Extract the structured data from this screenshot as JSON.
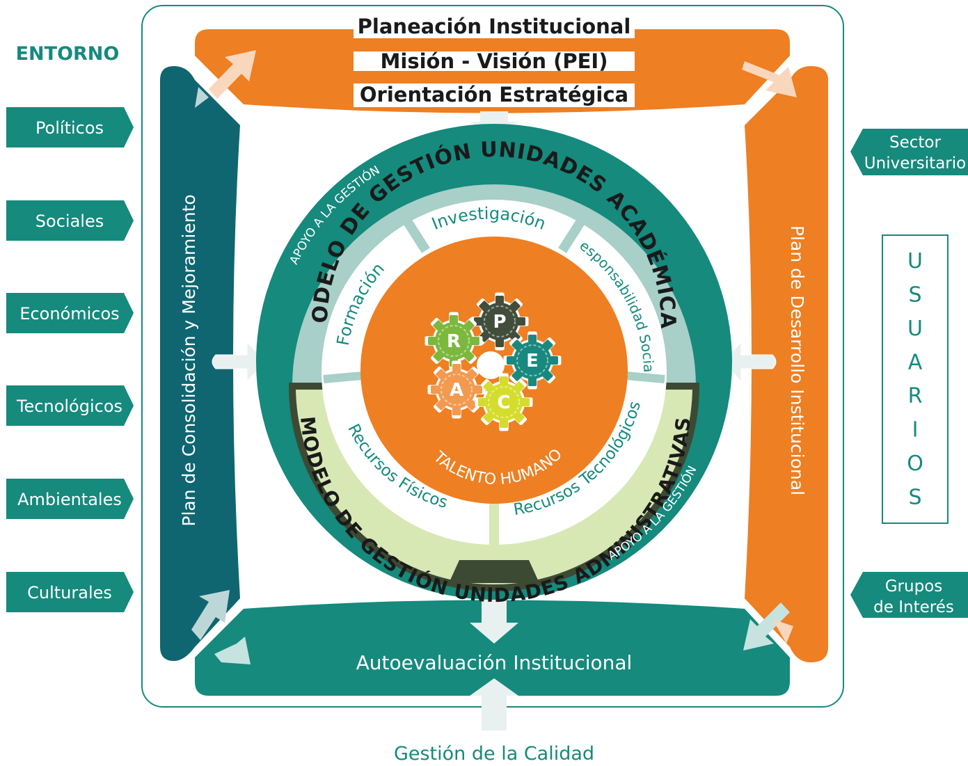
{
  "colors": {
    "teal": "#158a7d",
    "dark_teal": "#0f6670",
    "orange": "#ee7f22",
    "pale_teal": "#a8cfc8",
    "pale_green": "#d7e8b5",
    "dark_olive": "#3d4a33",
    "gear_dark": "#424e3c",
    "gear_green": "#7cb83e",
    "gear_teal": "#19897f",
    "gear_orange": "#f29a50",
    "gear_yellow": "#d4dd2d",
    "white": "#ffffff"
  },
  "entorno": {
    "title": "ENTORNO",
    "items": [
      "Políticos",
      "Sociales",
      "Económicos",
      "Tecnológicos",
      "Ambientales",
      "Culturales"
    ]
  },
  "top": {
    "line1": "Planeación Institucional",
    "line2": "Misión - Visión (PEI)",
    "line3": "Orientación Estratégica"
  },
  "left_bar": {
    "label": "Plan de Consolidación y Mejoramiento"
  },
  "right_bar": {
    "label": "Plan de Desarrollo Institucional"
  },
  "bottom_bar": {
    "label": "Autoevaluación Institucional"
  },
  "footer": {
    "label": "Gestión de la Calidad"
  },
  "right_side": {
    "sector_line1": "Sector",
    "sector_line2": "Universitario",
    "usuarios_letters": [
      "U",
      "S",
      "U",
      "A",
      "R",
      "I",
      "O",
      "S"
    ],
    "grupos_line1": "Grupos",
    "grupos_line2": "de Interés"
  },
  "circle": {
    "top_arc": "MODELO DE GESTIÓN UNIDADES ACADÉMICAS",
    "bottom_arc": "MODELO DE GESTIÓN UNIDADES ADMINISTRATIVAS",
    "apoyo_top": "APOYO A LA GESTIÓN",
    "apoyo_bottom": "APOYO A LA GESTIÓN",
    "investigacion": "Investigación",
    "formacion": "Formación",
    "responsabilidad": "Responsabilidad Social",
    "recursos_fisicos": "Recursos Físicos",
    "recursos_tecnologicos": "Recursos Tecnológicos",
    "talento_humano": "TALENTO HUMANO"
  },
  "gears": [
    {
      "letter": "P",
      "color_key": "gear_dark"
    },
    {
      "letter": "R",
      "color_key": "gear_green"
    },
    {
      "letter": "E",
      "color_key": "gear_teal"
    },
    {
      "letter": "A",
      "color_key": "gear_orange"
    },
    {
      "letter": "C",
      "color_key": "gear_yellow"
    }
  ]
}
